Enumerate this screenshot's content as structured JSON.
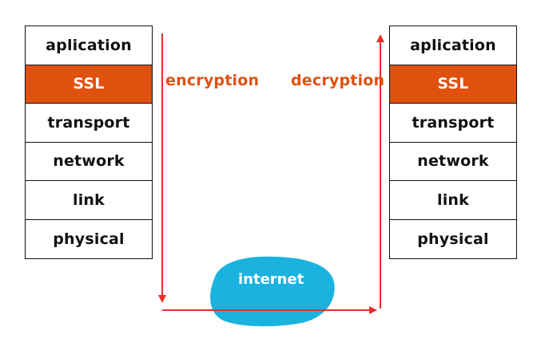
{
  "sender_stack": {
    "layers": [
      {
        "label": "aplication",
        "highlighted": false
      },
      {
        "label": "SSL",
        "highlighted": true
      },
      {
        "label": "transport",
        "highlighted": false
      },
      {
        "label": "network",
        "highlighted": false
      },
      {
        "label": "link",
        "highlighted": false
      },
      {
        "label": "physical",
        "highlighted": false
      }
    ]
  },
  "receiver_stack": {
    "layers": [
      {
        "label": "aplication",
        "highlighted": false
      },
      {
        "label": "SSL",
        "highlighted": true
      },
      {
        "label": "transport",
        "highlighted": false
      },
      {
        "label": "network",
        "highlighted": false
      },
      {
        "label": "link",
        "highlighted": false
      },
      {
        "label": "physical",
        "highlighted": false
      }
    ]
  },
  "labels": {
    "encryption": "encryption",
    "decryption": "decryption",
    "cloud": "internet"
  },
  "colors": {
    "ssl_fill": "#e0500f",
    "label_text": "#e0500f",
    "arrow": "#ee2b2b",
    "cloud": "#1ab3e0",
    "border": "#111111"
  },
  "icons": {
    "cloud": "cloud-icon",
    "arrow": "arrow-icon"
  }
}
